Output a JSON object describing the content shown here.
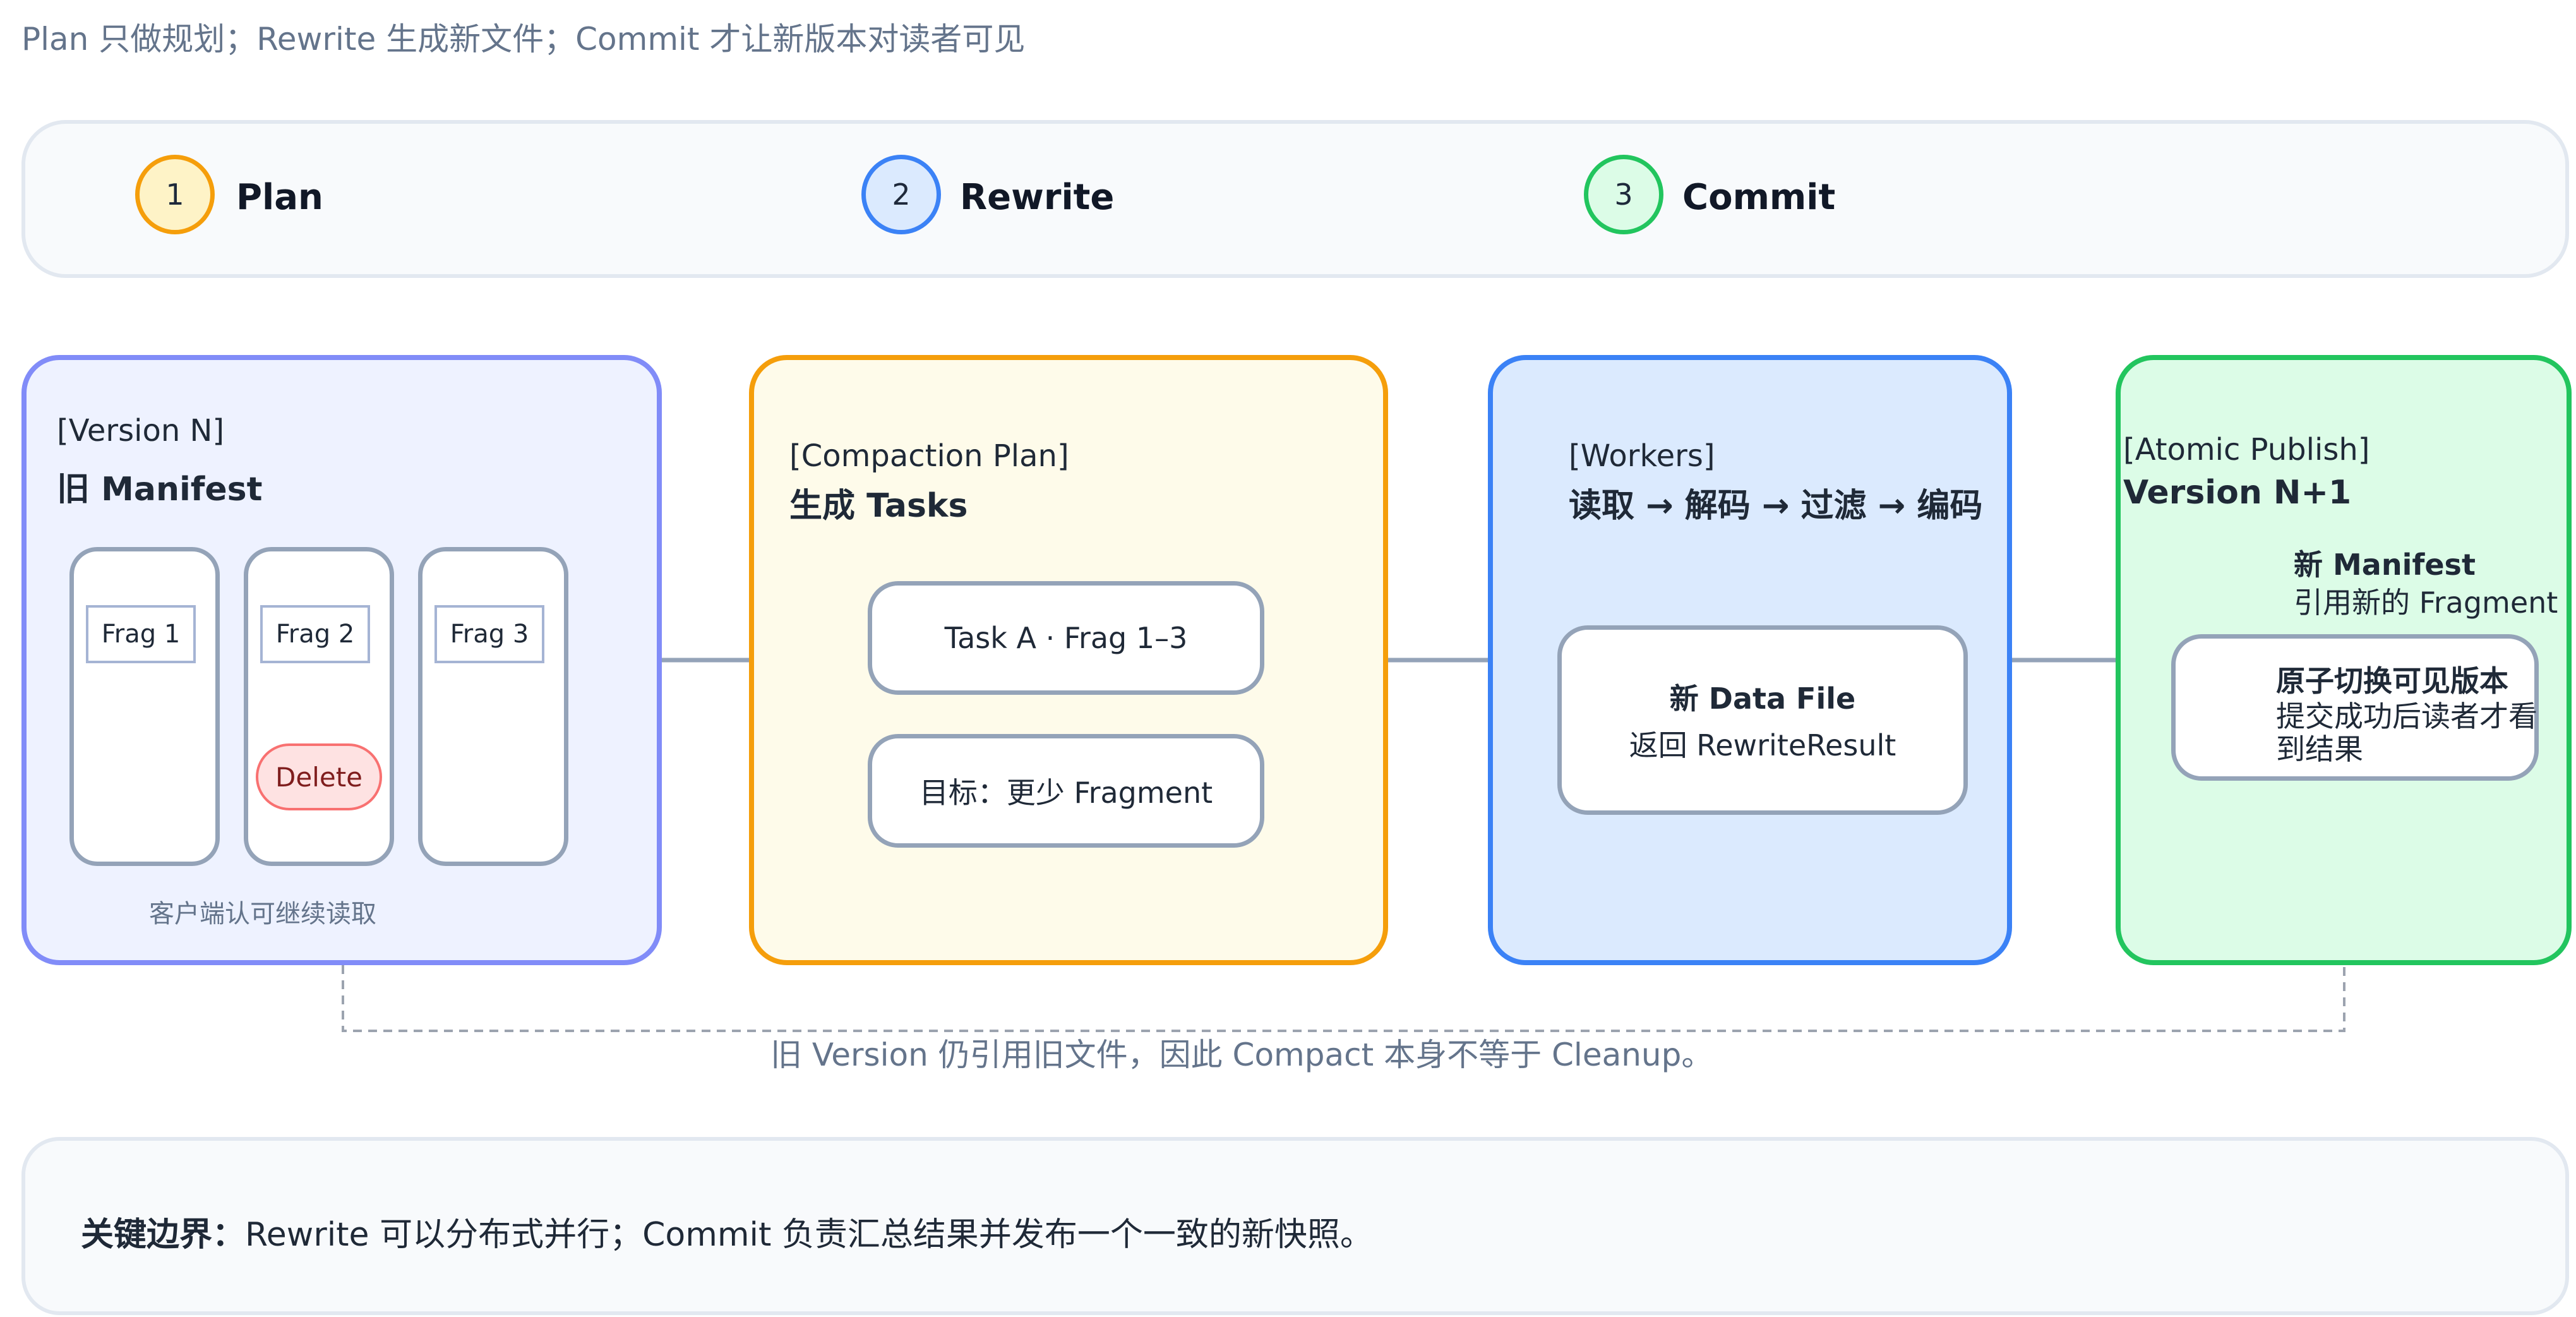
{
  "subtitle": "Plan 只做规划；Rewrite 生成新文件；Commit 才让新版本对读者可见",
  "steps": [
    {
      "num": "1",
      "label": "Plan",
      "fill": "#fef3c7",
      "stroke": "#f59e0b"
    },
    {
      "num": "2",
      "label": "Rewrite",
      "fill": "#dbeafe",
      "stroke": "#3b82f6"
    },
    {
      "num": "3",
      "label": "Commit",
      "fill": "#dcfce7",
      "stroke": "#22c55e"
    }
  ],
  "version_n": {
    "tag": "[Version N]",
    "title": "旧 Manifest",
    "frags": [
      "Frag 1",
      "Frag 2",
      "Frag 3"
    ],
    "delete_label": "Delete",
    "caption": "客户端认可继续读取"
  },
  "plan": {
    "tag": "[Compaction Plan]",
    "title": "生成 Tasks",
    "task": "Task A · Frag 1–3",
    "goal": "目标：更少 Fragment"
  },
  "workers": {
    "tag": "[Workers]",
    "title": "读取 → 解码 → 过滤 → 编码",
    "box_title": "新 Data File",
    "box_sub": "返回 RewriteResult"
  },
  "publish": {
    "tag": "[Atomic Publish]",
    "title": "Version N+1",
    "manifest_title": "新 Manifest",
    "manifest_sub": "引用新的 Fragment",
    "box_title": "原子切换可见版本",
    "box_line1": "提交成功后读者才看",
    "box_line2": "到结果"
  },
  "note": "旧 Version 仍引用旧文件，因此 Compact 本身不等于 Cleanup。",
  "key": {
    "label": "关键边界：",
    "text": "Rewrite 可以分布式并行；Commit 负责汇总结果并发布一个一致的新快照。"
  },
  "colors": {
    "connector": "#94a3b8",
    "dashed": "#9ca3af"
  }
}
